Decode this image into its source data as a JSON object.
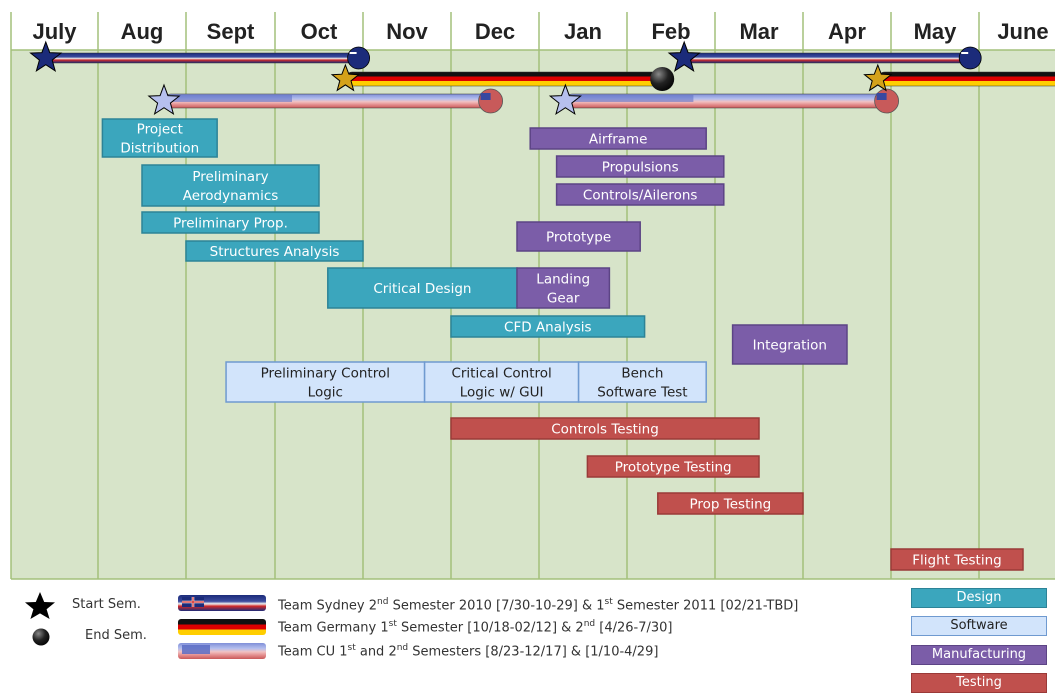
{
  "chart_data": {
    "type": "gantt",
    "months": [
      "July",
      "Aug",
      "Sept",
      "Oct",
      "Nov",
      "Dec",
      "Jan",
      "Feb",
      "Mar",
      "Apr",
      "May",
      "June"
    ],
    "team_bars": [
      {
        "team": "sydney",
        "start": [
          0,
          0.4
        ],
        "end": [
          3,
          0.95
        ]
      },
      {
        "team": "germany",
        "start": [
          3,
          0.8
        ],
        "end": [
          7,
          0.4
        ]
      },
      {
        "team": "cu",
        "start": [
          1,
          0.75
        ],
        "end": [
          5,
          0.45
        ]
      },
      {
        "team": "sydney",
        "start": [
          7,
          0.65
        ],
        "end": [
          10,
          0.9
        ]
      },
      {
        "team": "cu",
        "start": [
          6,
          0.3
        ],
        "end": [
          9,
          0.95
        ]
      },
      {
        "team": "germany",
        "start": [
          9,
          0.85
        ],
        "end": [
          11,
          1.0
        ]
      }
    ],
    "tasks": [
      {
        "label": "Project Distribution",
        "lines": [
          "Project",
          "Distribution"
        ],
        "category": "design",
        "start": [
          1,
          0.05
        ],
        "end": [
          2,
          0.35
        ],
        "row": 0
      },
      {
        "label": "Airframe",
        "lines": [
          "Airframe"
        ],
        "category": "manufacturing",
        "start": [
          5,
          0.9
        ],
        "end": [
          7,
          0.9
        ],
        "row": 1
      },
      {
        "label": "Propulsions",
        "lines": [
          "Propulsions"
        ],
        "category": "manufacturing",
        "start": [
          6,
          0.2
        ],
        "end": [
          8,
          0.1
        ],
        "row": 2
      },
      {
        "label": "Controls/Ailerons",
        "lines": [
          "Controls/Ailerons"
        ],
        "category": "manufacturing",
        "start": [
          6,
          0.2
        ],
        "end": [
          8,
          0.1
        ],
        "row": 3
      },
      {
        "label": "Preliminary Aerodynamics",
        "lines": [
          "Preliminary",
          "Aerodynamics"
        ],
        "category": "design",
        "start": [
          1,
          0.5
        ],
        "end": [
          3,
          0.5
        ],
        "row": 4
      },
      {
        "label": "Preliminary Prop.",
        "lines": [
          "Preliminary Prop."
        ],
        "category": "design",
        "start": [
          1,
          0.5
        ],
        "end": [
          3,
          0.5
        ],
        "row": 5
      },
      {
        "label": "Prototype",
        "lines": [
          "Prototype"
        ],
        "category": "manufacturing",
        "start": [
          5,
          0.75
        ],
        "end": [
          7,
          0.15
        ],
        "row": 6
      },
      {
        "label": "Structures Analysis",
        "lines": [
          "Structures Analysis"
        ],
        "category": "design",
        "start": [
          2,
          0.0
        ],
        "end": [
          4,
          0.0
        ],
        "row": 7
      },
      {
        "label": "Critical Design",
        "lines": [
          "Critical Design"
        ],
        "category": "design",
        "start": [
          3,
          0.6
        ],
        "end": [
          5,
          0.75
        ],
        "row": 8
      },
      {
        "label": "Landing Gear",
        "lines": [
          "Landing",
          "Gear"
        ],
        "category": "manufacturing",
        "start": [
          5,
          0.75
        ],
        "end": [
          6,
          0.8
        ],
        "row": 9
      },
      {
        "label": "CFD Analysis",
        "lines": [
          "CFD Analysis"
        ],
        "category": "design",
        "start": [
          5,
          0.0
        ],
        "end": [
          7,
          0.2
        ],
        "row": 10
      },
      {
        "label": "Integration",
        "lines": [
          "Integration"
        ],
        "category": "manufacturing",
        "start": [
          8,
          0.2
        ],
        "end": [
          9,
          0.5
        ],
        "row": 11
      },
      {
        "label": "Preliminary Control Logic",
        "lines": [
          "Preliminary Control",
          "Logic"
        ],
        "category": "software",
        "start": [
          2,
          0.45
        ],
        "end": [
          4,
          0.7
        ],
        "row": 12
      },
      {
        "label": "Critical Control Logic w/ GUI",
        "lines": [
          "Critical Control",
          "Logic w/ GUI"
        ],
        "category": "software",
        "start": [
          4,
          0.7
        ],
        "end": [
          6,
          0.45
        ],
        "row": 13
      },
      {
        "label": "Bench Software Test",
        "lines": [
          "Bench",
          "Software Test"
        ],
        "category": "software",
        "start": [
          6,
          0.45
        ],
        "end": [
          7,
          0.9
        ],
        "row": 14
      },
      {
        "label": "Controls Testing",
        "lines": [
          "Controls Testing"
        ],
        "category": "testing",
        "start": [
          5,
          0.0
        ],
        "end": [
          8,
          0.5
        ],
        "row": 15
      },
      {
        "label": "Prototype Testing",
        "lines": [
          "Prototype Testing"
        ],
        "category": "testing",
        "start": [
          6,
          0.55
        ],
        "end": [
          8,
          0.5
        ],
        "row": 16
      },
      {
        "label": "Prop Testing",
        "lines": [
          "Prop Testing"
        ],
        "category": "testing",
        "start": [
          7,
          0.35
        ],
        "end": [
          9,
          0.0
        ],
        "row": 17
      },
      {
        "label": "Flight Testing",
        "lines": [
          "Flight Testing"
        ],
        "category": "testing",
        "start": [
          10,
          0.0
        ],
        "end": [
          11,
          0.5
        ],
        "row": 18
      }
    ]
  },
  "legend": {
    "start_sem": "Start Sem.",
    "end_sem": "End Sem.",
    "sydney_a": "Team Sydney 2",
    "sydney_a_sup": "nd",
    "sydney_b": " Semester 2010 [7/30-10-29] & 1",
    "sydney_b_sup": "st",
    "sydney_c": " Semester 2011 [02/21-TBD]",
    "germany_a": "Team Germany 1",
    "germany_a_sup": "st",
    "germany_b": " Semester [10/18-02/12] & 2",
    "germany_b_sup": "nd",
    "germany_c": " [4/26-7/30]",
    "cu_a": "Team CU 1",
    "cu_a_sup": "st",
    "cu_b": " and 2",
    "cu_b_sup": "nd",
    "cu_c": " Semesters [8/23-12/17] & [1/10-4/29]",
    "categories": [
      "Design",
      "Software",
      "Manufacturing",
      "Testing"
    ]
  },
  "colors": {
    "design": "#3ba6bd",
    "software": "#d2e4fb",
    "manufacturing": "#7b5da8",
    "testing": "#c0504d",
    "grid_bg": "#d7e4c9",
    "grid_line": "#a3c07b"
  }
}
